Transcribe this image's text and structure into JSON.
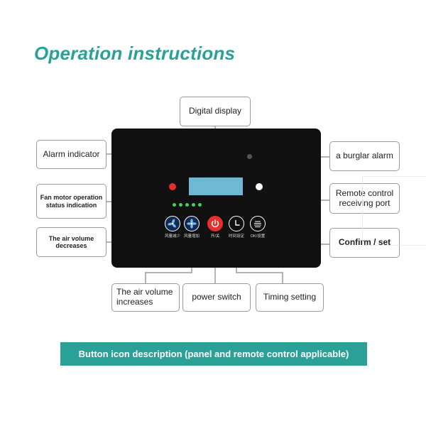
{
  "title": "Operation instructions",
  "labels": {
    "digital_display": "Digital display",
    "alarm_indicator": "Alarm indicator",
    "fan_status_line1": "Fan motor operation",
    "fan_status_line2": "status indication",
    "air_decrease_line1": "The air volume",
    "air_decrease_line2": "decreases",
    "burglar_alarm": "a burglar alarm",
    "remote_port_line1": "Remote control",
    "remote_port_line2": "receiving port",
    "confirm_set": "Confirm / set",
    "air_increase_line1": "The air volume",
    "air_increase_line2": "increases",
    "power_switch": "power switch",
    "timing_setting": "Timing setting"
  },
  "buttons": [
    {
      "caption": "风量减少",
      "icon": "fan-icon"
    },
    {
      "caption": "风量增加",
      "icon": "fan-icon"
    },
    {
      "caption": "开/关",
      "icon": "power-icon"
    },
    {
      "caption": "时间设定",
      "icon": "clock-icon"
    },
    {
      "caption": "OK/设置",
      "icon": "ok-lines-icon"
    }
  ],
  "banner": "Button icon description (panel and remote control applicable)",
  "colors": {
    "accent": "#2aa196",
    "panel": "#111111",
    "display": "#6fb9d4",
    "alarm_led": "#e52f2f",
    "status_led": "#3fd35e",
    "button_blue": "#0f2c55"
  }
}
